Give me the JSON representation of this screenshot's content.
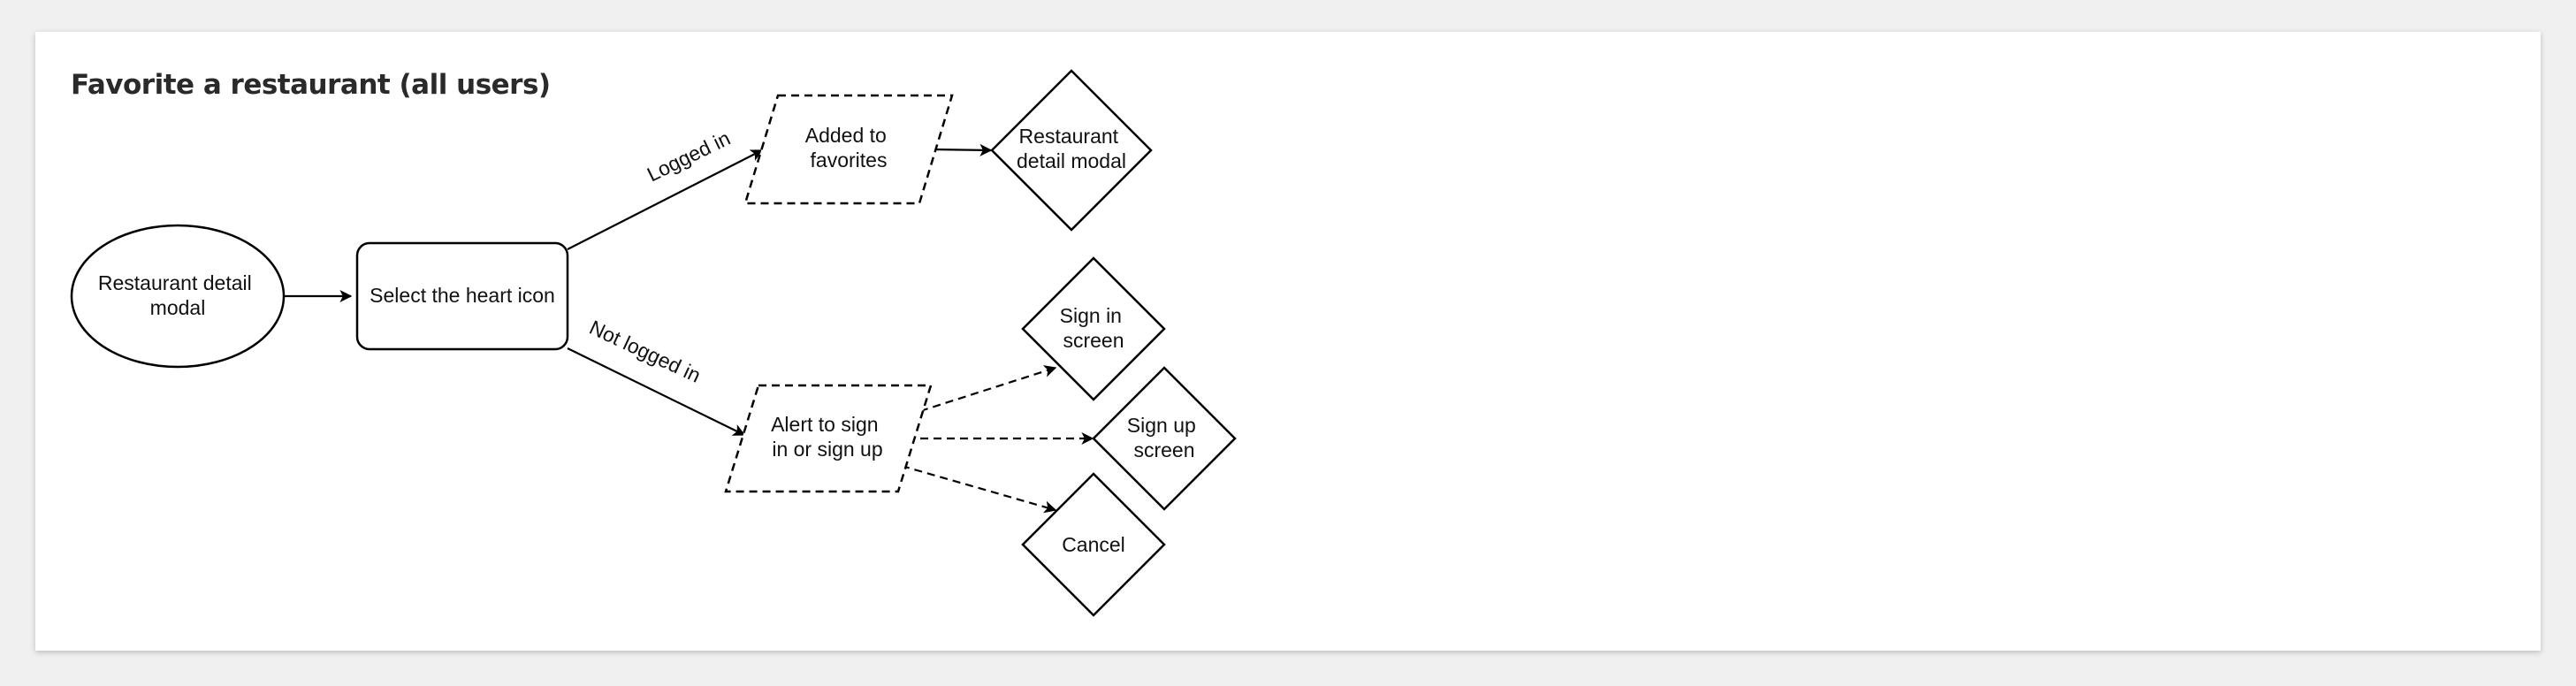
{
  "title": "Favorite a restaurant (all users)",
  "nodes": {
    "start": {
      "label_lines": [
        "Restaurant detail",
        "modal"
      ]
    },
    "select_heart": {
      "label_lines": [
        "Select the heart icon"
      ]
    },
    "added": {
      "label_lines": [
        "Added to",
        "favorites"
      ]
    },
    "restaurant_modal": {
      "label_lines": [
        "Restaurant",
        "detail modal"
      ]
    },
    "alert": {
      "label_lines": [
        "Alert to sign",
        "in or sign up"
      ]
    },
    "sign_in": {
      "label_lines": [
        "Sign in",
        "screen"
      ]
    },
    "sign_up": {
      "label_lines": [
        "Sign up",
        "screen"
      ]
    },
    "cancel": {
      "label_lines": [
        "Cancel"
      ]
    }
  },
  "edges": {
    "logged_in": "Logged in",
    "not_logged_in": "Not logged in"
  }
}
